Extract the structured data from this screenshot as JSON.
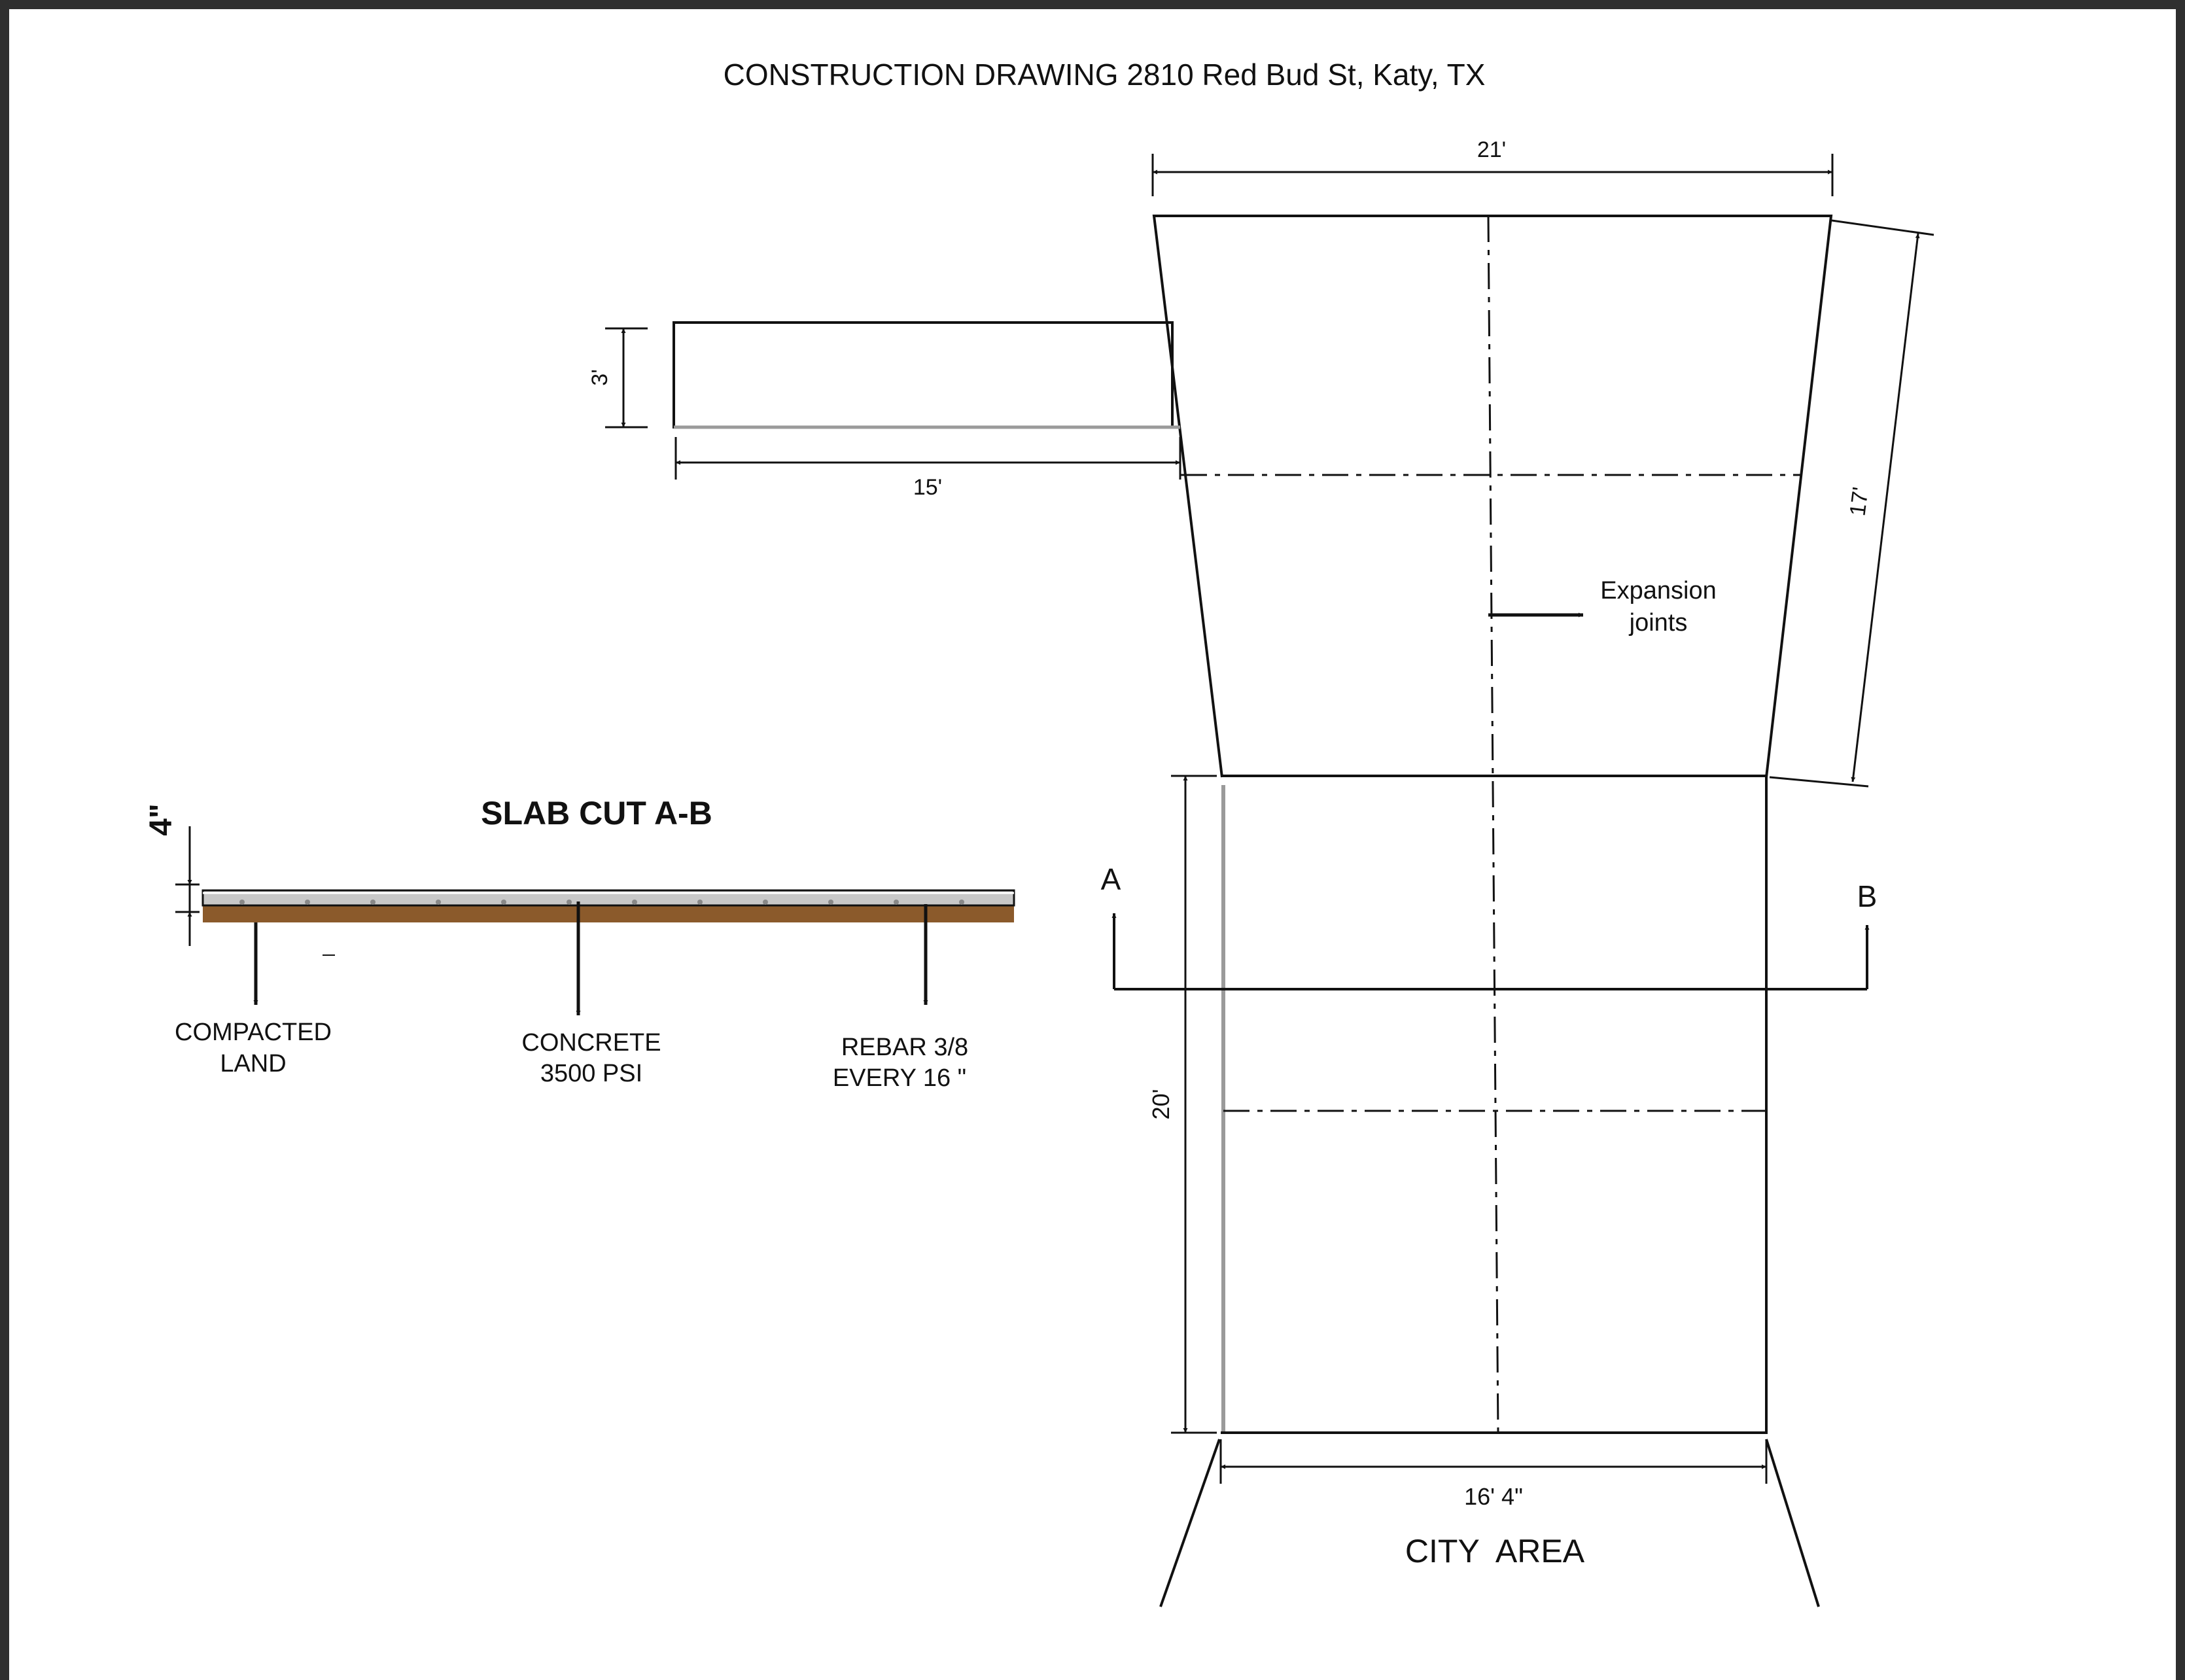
{
  "drawing": {
    "title": "CONSTRUCTION DRAWING 2810 Red Bud St, Katy, TX",
    "dims": {
      "top_width": "21'",
      "right_side": "17'",
      "walk_width": "3'",
      "walk_length": "15'",
      "lower_length": "20'",
      "bottom_width": "16' 4\""
    },
    "expansion_label_1": "Expansion",
    "expansion_label_2": "joints",
    "section_a": "A",
    "section_b": "B",
    "city_area": "CITY  AREA"
  },
  "slab_cut": {
    "title": "SLAB CUT A-B",
    "thickness": "4\"",
    "labels": {
      "land_1": "COMPACTED",
      "land_2": "LAND",
      "concrete_1": "CONCRETE",
      "concrete_2": "3500 PSI",
      "rebar_1": "REBAR 3/8",
      "rebar_2": "EVERY 16 \""
    }
  },
  "colors": {
    "sheet": "#ffffff",
    "frame": "#2f2f2f",
    "line": "#111111",
    "soil": "#8b5a2b",
    "concrete": "#c8c8c8"
  }
}
